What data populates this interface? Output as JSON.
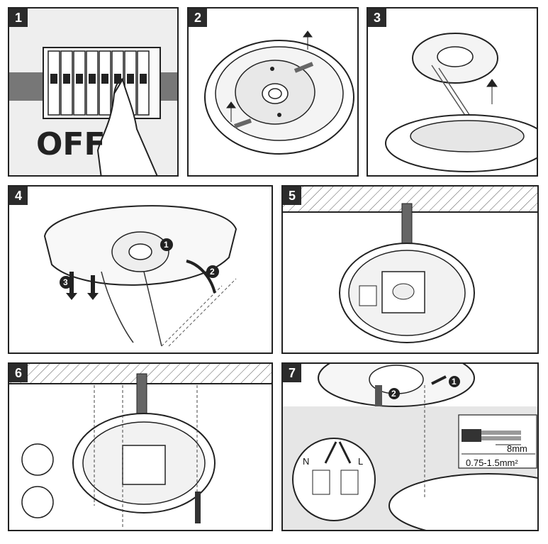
{
  "steps": [
    {
      "number": "1",
      "text": "OFF"
    },
    {
      "number": "2"
    },
    {
      "number": "3"
    },
    {
      "number": "4",
      "callouts": [
        "1",
        "2",
        "3"
      ]
    },
    {
      "number": "5"
    },
    {
      "number": "6"
    },
    {
      "number": "7",
      "callouts": [
        "1",
        "2"
      ],
      "wire_labels": {
        "neutral": "N",
        "live": "L"
      },
      "wire_spec": {
        "strip_length": "8mm",
        "cross_section": "0.75-1.5mm²"
      }
    }
  ]
}
